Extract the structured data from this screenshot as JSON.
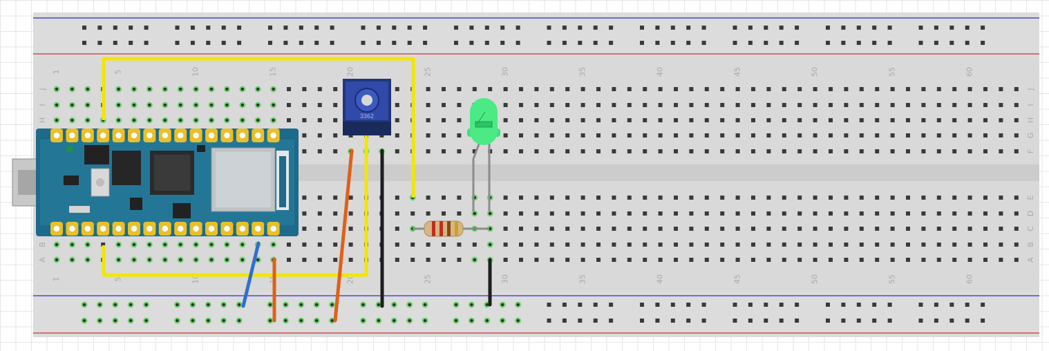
{
  "breadboard": {
    "column_numbers": [
      "1",
      "5",
      "10",
      "15",
      "20",
      "25",
      "30",
      "35",
      "40",
      "45",
      "50",
      "55",
      "60"
    ],
    "rows_top": [
      "J",
      "I",
      "H",
      "G",
      "F"
    ],
    "rows_bottom": [
      "E",
      "D",
      "C",
      "B",
      "A"
    ],
    "rail_positive_color": "#d0312d",
    "rail_negative_color": "#2b2bd0"
  },
  "potentiometer": {
    "marking": "3362"
  },
  "components": {
    "board": "arduino-nano-style-microcontroller",
    "trimmer": "blue-trimmer-potentiometer",
    "led": "green-5mm-led",
    "resistor": "carbon-film-resistor"
  },
  "wires": [
    {
      "name": "wire-yellow-top",
      "color": "#f2e600"
    },
    {
      "name": "wire-yellow-bottom",
      "color": "#f2e600"
    },
    {
      "name": "wire-blue",
      "color": "#2f6fd0"
    },
    {
      "name": "wire-orange-left",
      "color": "#e06018"
    },
    {
      "name": "wire-orange-right",
      "color": "#e06018"
    },
    {
      "name": "wire-black-pot",
      "color": "#1e1e1e"
    },
    {
      "name": "wire-black-led",
      "color": "#1e1e1e"
    }
  ]
}
